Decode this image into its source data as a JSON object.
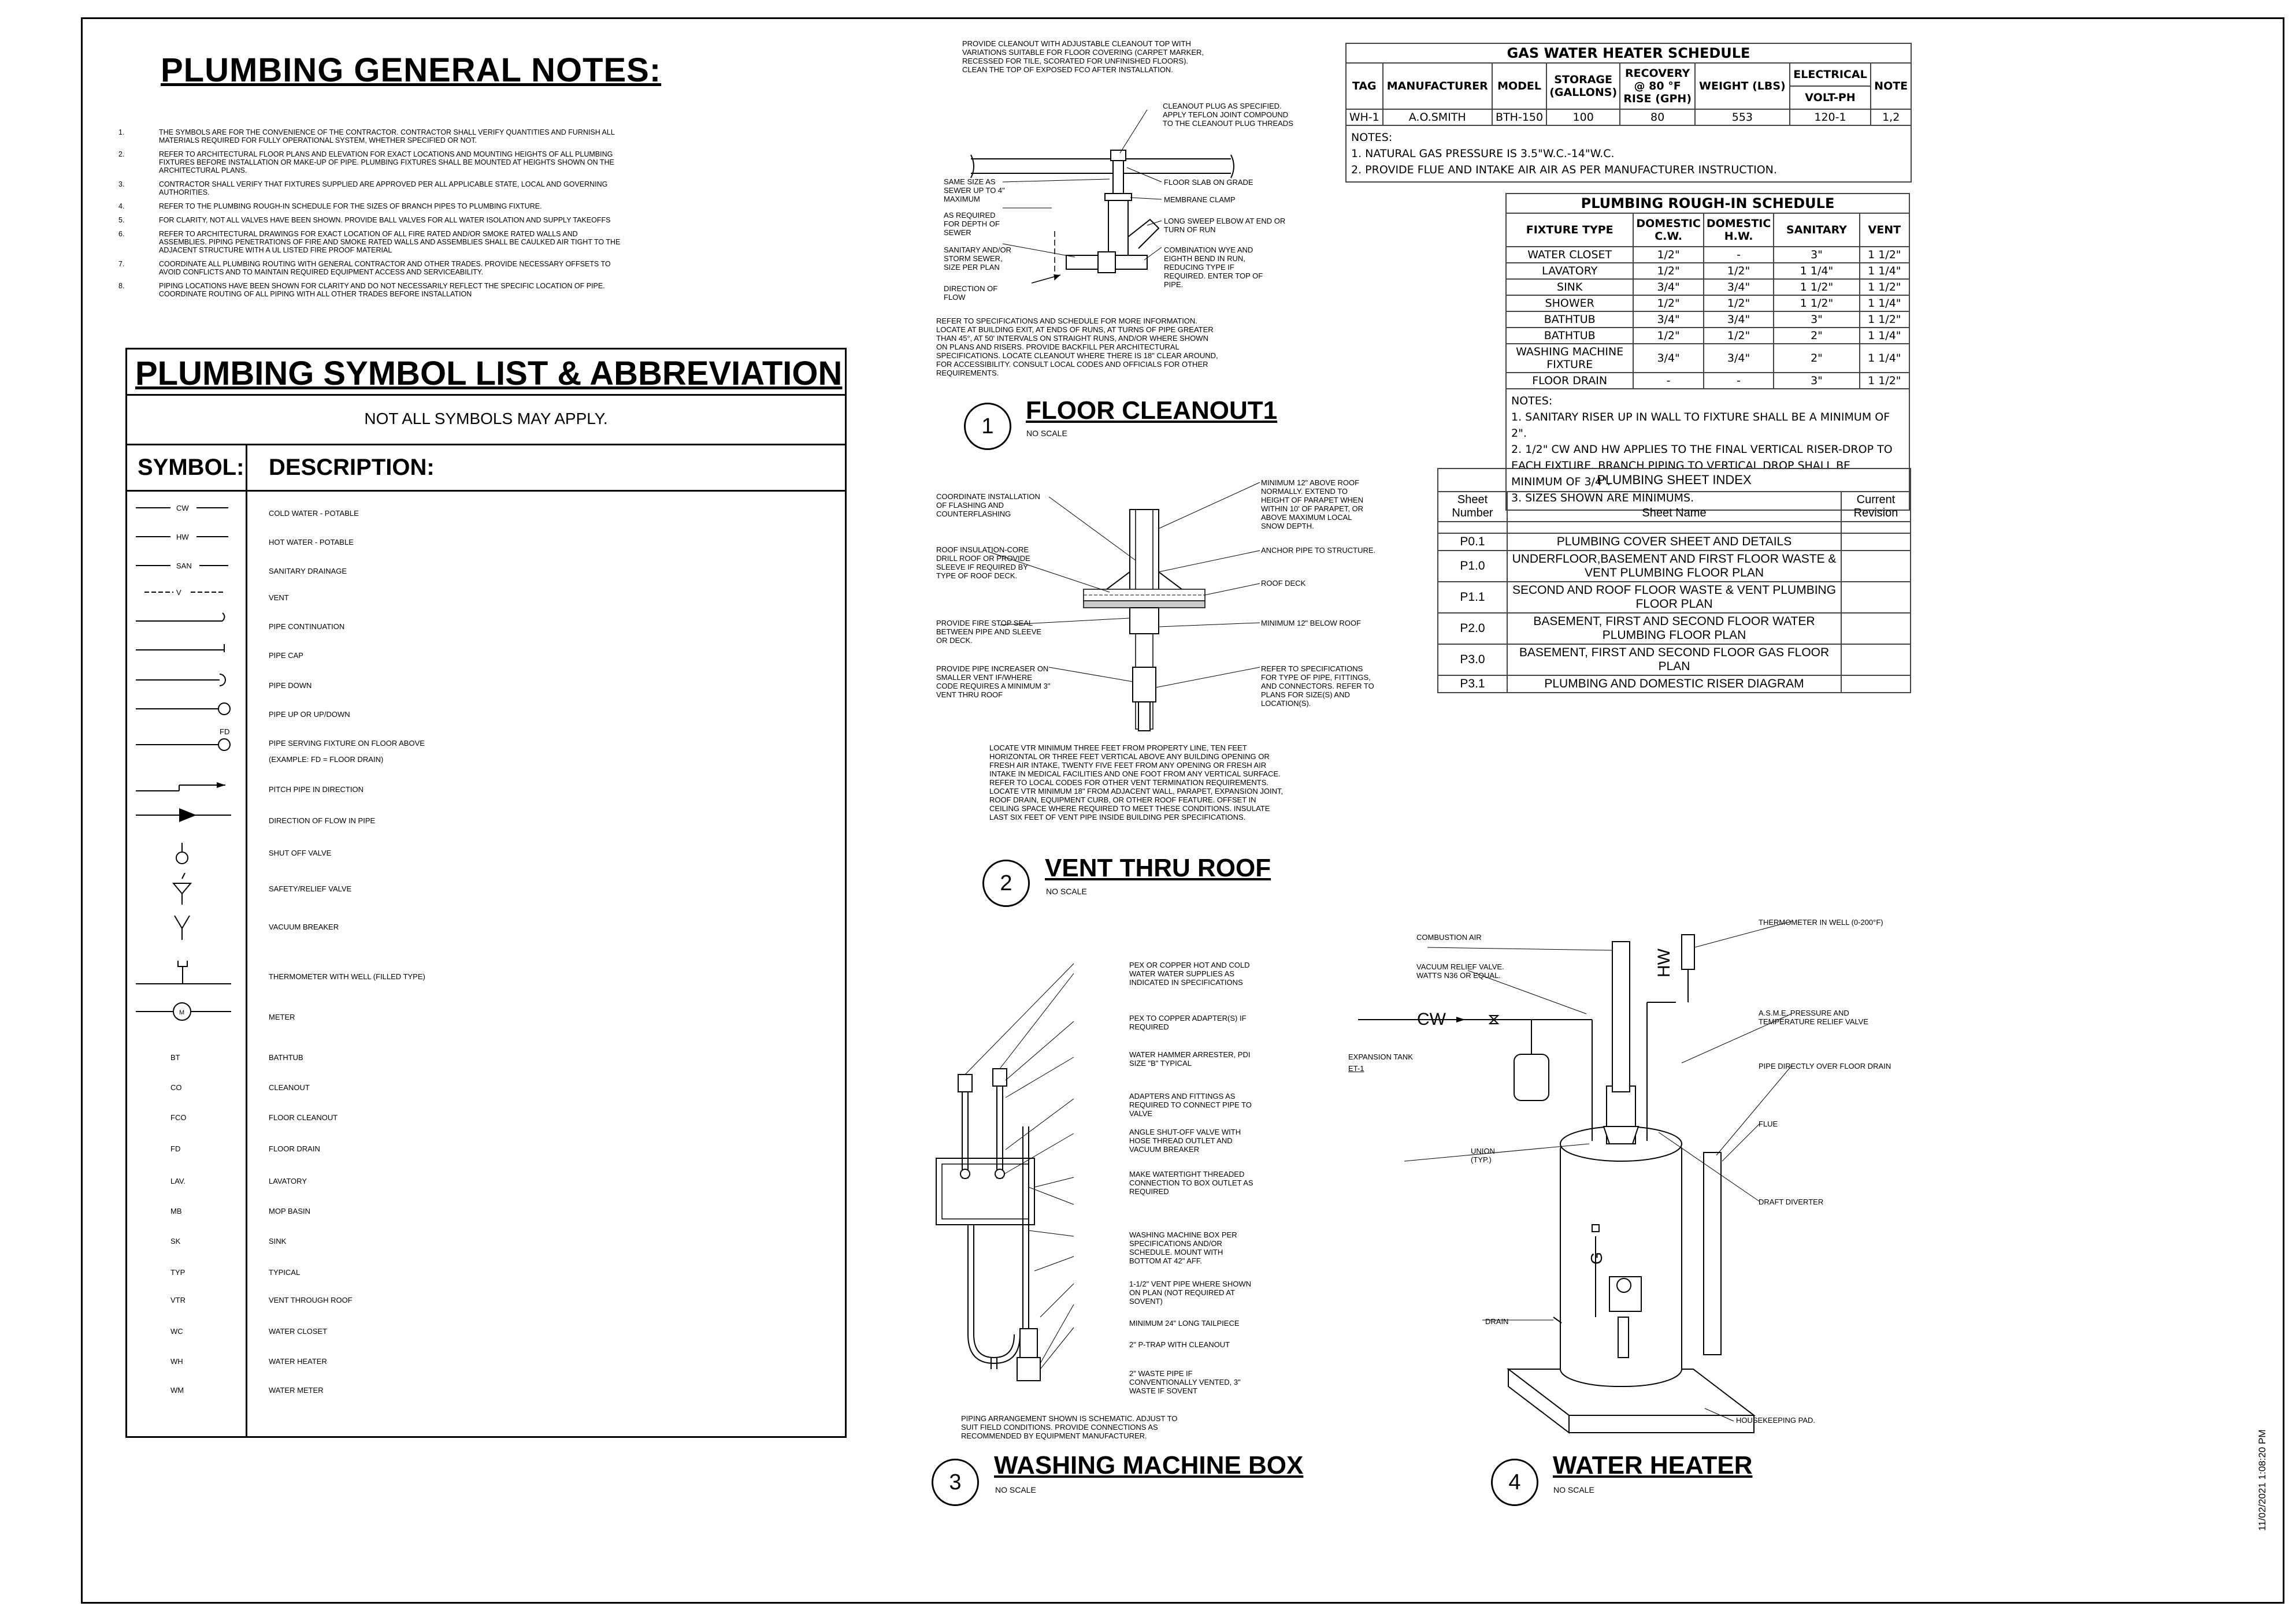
{
  "general_notes": {
    "title": "PLUMBING GENERAL NOTES:",
    "items": [
      {
        "num": "1.",
        "text": "THE SYMBOLS ARE FOR THE CONVENIENCE OF THE CONTRACTOR. CONTRACTOR SHALL VERIFY QUANTITIES AND FURNISH ALL MATERIALS REQUIRED FOR FULLY OPERATIONAL SYSTEM, WHETHER SPECIFIED OR NOT."
      },
      {
        "num": "2.",
        "text": "REFER TO ARCHITECTURAL FLOOR PLANS AND ELEVATION FOR EXACT LOCATIONS AND MOUNTING HEIGHTS OF ALL PLUMBING FIXTURES BEFORE INSTALLATION OR MAKE-UP OF PIPE. PLUMBING FIXTURES SHALL BE MOUNTED AT HEIGHTS SHOWN ON THE ARCHITECTURAL PLANS."
      },
      {
        "num": "3.",
        "text": "CONTRACTOR SHALL VERIFY THAT FIXTURES SUPPLIED ARE APPROVED PER ALL APPLICABLE STATE, LOCAL AND GOVERNING AUTHORITIES."
      },
      {
        "num": "4.",
        "text": "REFER TO THE PLUMBING ROUGH-IN SCHEDULE FOR THE SIZES OF BRANCH PIPES TO PLUMBING FIXTURE."
      },
      {
        "num": "5.",
        "text": "FOR CLARITY, NOT ALL VALVES HAVE BEEN SHOWN. PROVIDE BALL VALVES FOR ALL WATER ISOLATION AND SUPPLY TAKEOFFS"
      },
      {
        "num": "6.",
        "text": "REFER TO ARCHITECTURAL DRAWINGS FOR EXACT LOCATION OF ALL FIRE RATED AND/OR SMOKE RATED WALLS AND ASSEMBLIES. PIPING PENETRATIONS OF FIRE AND SMOKE RATED WALLS AND ASSEMBLIES SHALL BE CAULKED AIR TIGHT TO THE ADJACENT STRUCTURE WITH A UL LISTED FIRE PROOF MATERIAL"
      },
      {
        "num": "7.",
        "text": "COORDINATE ALL PLUMBING ROUTING WITH GENERAL CONTRACTOR AND OTHER TRADES. PROVIDE NECESSARY OFFSETS TO AVOID CONFLICTS AND TO MAINTAIN REQUIRED EQUIPMENT ACCESS AND SERVICEABILITY."
      },
      {
        "num": "8.",
        "text": "PIPING LOCATIONS HAVE BEEN SHOWN FOR CLARITY AND DO NOT NECESSARILY REFLECT THE SPECIFIC LOCATION OF PIPE. COORDINATE ROUTING OF ALL PIPING WITH ALL OTHER TRADES BEFORE INSTALLATION"
      }
    ]
  },
  "symbols": {
    "title": "PLUMBING SYMBOL LIST & ABBREVIATION",
    "subtitle": "NOT ALL SYMBOLS MAY APPLY.",
    "col_symbol": "SYMBOL:",
    "col_description": "DESCRIPTION:",
    "rows": [
      {
        "sym": "CW",
        "desc": "COLD WATER - POTABLE"
      },
      {
        "sym": "HW",
        "desc": "HOT WATER - POTABLE"
      },
      {
        "sym": "SAN",
        "desc": "SANITARY DRAINAGE"
      },
      {
        "sym": "V",
        "desc": "VENT"
      },
      {
        "sym": "",
        "desc": "PIPE CONTINUATION"
      },
      {
        "sym": "",
        "desc": "PIPE CAP"
      },
      {
        "sym": "",
        "desc": "PIPE DOWN"
      },
      {
        "sym": "",
        "desc": "PIPE UP OR UP/DOWN"
      },
      {
        "sym": "FD",
        "desc": "PIPE SERVING FIXTURE ON FLOOR ABOVE"
      },
      {
        "sym": "",
        "desc": "(EXAMPLE: FD = FLOOR DRAIN)"
      },
      {
        "sym": "",
        "desc": "PITCH PIPE IN DIRECTION"
      },
      {
        "sym": "",
        "desc": "DIRECTION OF FLOW IN PIPE"
      },
      {
        "sym": "",
        "desc": "SHUT OFF VALVE"
      },
      {
        "sym": "",
        "desc": "SAFETY/RELIEF VALVE"
      },
      {
        "sym": "",
        "desc": "VACUUM BREAKER"
      },
      {
        "sym": "",
        "desc": "THERMOMETER WITH WELL (FILLED TYPE)"
      },
      {
        "sym": "M",
        "desc": "METER"
      }
    ],
    "abbreviations": [
      {
        "abbr": "BT",
        "desc": "BATHTUB"
      },
      {
        "abbr": "CO",
        "desc": "CLEANOUT"
      },
      {
        "abbr": "FCO",
        "desc": "FLOOR CLEANOUT"
      },
      {
        "abbr": "FD",
        "desc": "FLOOR DRAIN"
      },
      {
        "abbr": "LAV.",
        "desc": "LAVATORY"
      },
      {
        "abbr": "MB",
        "desc": "MOP BASIN"
      },
      {
        "abbr": "SK",
        "desc": "SINK"
      },
      {
        "abbr": "TYP",
        "desc": "TYPICAL"
      },
      {
        "abbr": "VTR",
        "desc": "VENT THROUGH ROOF"
      },
      {
        "abbr": "WC",
        "desc": "WATER CLOSET"
      },
      {
        "abbr": "WH",
        "desc": "WATER HEATER"
      },
      {
        "abbr": "WM",
        "desc": "WATER METER"
      }
    ]
  },
  "heater_schedule": {
    "title": "GAS WATER HEATER SCHEDULE",
    "headers": {
      "tag": "TAG",
      "manufacturer": "MANUFACTURER",
      "model": "MODEL",
      "storage": "STORAGE (GALLONS)",
      "recovery": "RECOVERY @ 80 °F RISE (GPH)",
      "weight": "WEIGHT (LBS)",
      "electrical": "ELECTRICAL",
      "voltph": "VOLT-PH",
      "note": "NOTE"
    },
    "row": {
      "tag": "WH-1",
      "manufacturer": "A.O.SMITH",
      "model": "BTH-150",
      "storage": "100",
      "recovery": "80",
      "weight": "553",
      "electrical": "120-1",
      "note": "1,2"
    },
    "notes_label": "NOTES:",
    "notes": [
      "1. NATURAL GAS PRESSURE IS 3.5\"W.C.-14\"W.C.",
      "2. PROVIDE FLUE AND INTAKE AIR AIR AS PER MANUFACTURER INSTRUCTION."
    ]
  },
  "roughin_schedule": {
    "title": "PLUMBING ROUGH-IN SCHEDULE",
    "headers": {
      "fixture": "FIXTURE TYPE",
      "cw": "DOMESTIC C.W.",
      "hw": "DOMESTIC H.W.",
      "san": "SANITARY",
      "vent": "VENT"
    },
    "rows": [
      {
        "fixture": "WATER CLOSET",
        "cw": "1/2\"",
        "hw": "-",
        "san": "3\"",
        "vent": "1 1/2\""
      },
      {
        "fixture": "LAVATORY",
        "cw": "1/2\"",
        "hw": "1/2\"",
        "san": "1 1/4\"",
        "vent": "1 1/4\""
      },
      {
        "fixture": "SINK",
        "cw": "3/4\"",
        "hw": "3/4\"",
        "san": "1 1/2\"",
        "vent": "1 1/2\""
      },
      {
        "fixture": "SHOWER",
        "cw": "1/2\"",
        "hw": "1/2\"",
        "san": "1 1/2\"",
        "vent": "1 1/4\""
      },
      {
        "fixture": "BATHTUB",
        "cw": "3/4\"",
        "hw": "3/4\"",
        "san": "3\"",
        "vent": "1 1/2\""
      },
      {
        "fixture": "BATHTUB",
        "cw": "1/2\"",
        "hw": "1/2\"",
        "san": "2\"",
        "vent": "1 1/4\""
      },
      {
        "fixture": "WASHING MACHINE FIXTURE",
        "cw": "3/4\"",
        "hw": "3/4\"",
        "san": "2\"",
        "vent": "1 1/4\""
      },
      {
        "fixture": "FLOOR DRAIN",
        "cw": "-",
        "hw": "-",
        "san": "3\"",
        "vent": "1 1/2\""
      }
    ],
    "notes_label": "NOTES:",
    "notes": [
      "1. SANITARY RISER UP IN WALL TO FIXTURE SHALL BE A MINIMUM OF 2\".",
      "2. 1/2\" CW AND HW APPLIES TO THE FINAL VERTICAL RISER-DROP TO EACH FIXTURE. BRANCH PIPING TO VERTICAL DROP SHALL BE MINIMUM OF 3/4\".",
      "3. SIZES SHOWN ARE MINIMUMS."
    ]
  },
  "sheet_index": {
    "title": "PLUMBING SHEET INDEX",
    "headers": {
      "number": "Sheet Number",
      "name": "Sheet Name",
      "revision": "Current Revision"
    },
    "rows": [
      {
        "number": "P0.1",
        "name": "PLUMBING COVER SHEET AND DETAILS"
      },
      {
        "number": "P1.0",
        "name": "UNDERFLOOR,BASEMENT AND FIRST FLOOR WASTE & VENT PLUMBING FLOOR PLAN"
      },
      {
        "number": "P1.1",
        "name": "SECOND AND ROOF FLOOR WASTE & VENT PLUMBING FLOOR PLAN"
      },
      {
        "number": "P2.0",
        "name": "BASEMENT, FIRST AND SECOND FLOOR WATER PLUMBING FLOOR PLAN"
      },
      {
        "number": "P3.0",
        "name": "BASEMENT, FIRST AND SECOND FLOOR GAS FLOOR PLAN"
      },
      {
        "number": "P3.1",
        "name": "PLUMBING AND DOMESTIC RISER DIAGRAM"
      }
    ]
  },
  "details": {
    "d1": {
      "num": "1",
      "title": "FLOOR CLEANOUT1",
      "scale": "NO SCALE",
      "top_note": "PROVIDE CLEANOUT WITH ADJUSTABLE CLEANOUT TOP WITH VARIATIONS SUITABLE FOR FLOOR COVERING (CARPET MARKER, RECESSED FOR TILE, SCORATED FOR UNFINISHED FLOORS). CLEAN THE TOP OF EXPOSED FCO AFTER INSTALLATION.",
      "labels_right": [
        "CLEANOUT PLUG AS SPECIFIED. APPLY TEFLON JOINT COMPOUND TO THE CLEANOUT PLUG THREADS",
        "FLOOR SLAB ON GRADE",
        "MEMBRANE CLAMP",
        "LONG SWEEP ELBOW AT END OR TURN OF RUN",
        "COMBINATION WYE AND EIGHTH BEND IN RUN, REDUCING TYPE IF REQUIRED. ENTER TOP OF PIPE."
      ],
      "labels_left": [
        "SAME SIZE AS SEWER UP TO 4\" MAXIMUM",
        "AS REQUIRED FOR DEPTH OF SEWER",
        "SANITARY AND/OR STORM SEWER, SIZE PER PLAN",
        "DIRECTION OF FLOW"
      ],
      "bottom_note": "REFER TO SPECIFICATIONS AND SCHEDULE FOR MORE INFORMATION. LOCATE AT BUILDING EXIT, AT ENDS OF RUNS, AT TURNS OF PIPE GREATER THAN 45°, AT 50' INTERVALS ON STRAIGHT RUNS, AND/OR WHERE SHOWN ON PLANS AND RISERS. PROVIDE BACKFILL PER ARCHITECTURAL SPECIFICATIONS. LOCATE CLEANOUT WHERE THERE IS 18\" CLEAR AROUND, FOR ACCESSIBILITY. CONSULT LOCAL CODES AND OFFICIALS FOR OTHER REQUIREMENTS."
    },
    "d2": {
      "num": "2",
      "title": "VENT THRU ROOF",
      "scale": "NO SCALE",
      "labels_left": [
        "COORDINATE INSTALLATION OF FLASHING AND COUNTERFLASHING",
        "ROOF INSULATION-CORE DRILL ROOF OR PROVIDE SLEEVE IF REQUIRED BY TYPE OF ROOF DECK.",
        "PROVIDE FIRE STOP SEAL BETWEEN PIPE AND SLEEVE OR DECK.",
        "PROVIDE PIPE INCREASER ON SMALLER VENT IF/WHERE CODE REQUIRES A MINIMUM 3\" VENT THRU ROOF"
      ],
      "labels_right": [
        "MINIMUM 12\" ABOVE ROOF NORMALLY. EXTEND TO HEIGHT OF PARAPET WHEN WITHIN 10' OF PARAPET, OR ABOVE MAXIMUM LOCAL SNOW DEPTH.",
        "ANCHOR PIPE TO STRUCTURE.",
        "ROOF DECK",
        "MINIMUM 12\" BELOW ROOF",
        "REFER TO SPECIFICATIONS FOR TYPE OF PIPE, FITTINGS, AND CONNECTORS. REFER TO PLANS FOR SIZE(S) AND LOCATION(S)."
      ],
      "bottom_note": "LOCATE VTR MINIMUM THREE FEET FROM PROPERTY LINE, TEN FEET HORIZONTAL OR THREE FEET VERTICAL ABOVE ANY BUILDING OPENING OR FRESH AIR INTAKE, TWENTY FIVE FEET FROM ANY OPENING OR FRESH AIR INTAKE IN MEDICAL FACILITIES AND ONE FOOT FROM ANY VERTICAL SURFACE. REFER TO LOCAL CODES FOR OTHER VENT TERMINATION REQUIREMENTS. LOCATE VTR MINIMUM 18\" FROM ADJACENT WALL, PARAPET, EXPANSION JOINT, ROOF DRAIN, EQUIPMENT CURB, OR OTHER ROOF FEATURE. OFFSET IN CEILING SPACE WHERE REQUIRED TO MEET THESE CONDITIONS. INSULATE LAST SIX FEET OF VENT PIPE INSIDE BUILDING PER SPECIFICATIONS."
    },
    "d3": {
      "num": "3",
      "title": "WASHING MACHINE BOX",
      "scale": "NO SCALE",
      "labels": [
        "PEX OR COPPER HOT AND COLD WATER WATER SUPPLIES AS INDICATED IN SPECIFICATIONS",
        "PEX TO COPPER ADAPTER(S) IF REQUIRED",
        "WATER HAMMER ARRESTER, PDI SIZE \"B\" TYPICAL",
        "ADAPTERS AND FITTINGS AS REQUIRED TO CONNECT PIPE TO VALVE",
        "ANGLE SHUT-OFF VALVE WITH HOSE THREAD OUTLET AND VACUUM BREAKER",
        "MAKE WATERTIGHT THREADED CONNECTION TO BOX OUTLET AS REQUIRED",
        "WASHING MACHINE BOX PER SPECIFICATIONS AND/OR SCHEDULE. MOUNT WITH BOTTOM AT 42\" AFF.",
        "1-1/2\" VENT PIPE WHERE SHOWN ON PLAN (NOT REQUIRED AT SOVENT)",
        "MINIMUM 24\" LONG TAILPIECE",
        "2\" P-TRAP WITH CLEANOUT",
        "2\" WASTE PIPE IF CONVENTIONALLY VENTED, 3\" WASTE IF SOVENT"
      ],
      "bottom_note": "PIPING ARRANGEMENT SHOWN IS SCHEMATIC. ADJUST TO SUIT FIELD CONDITIONS. PROVIDE CONNECTIONS AS RECOMMENDED BY EQUIPMENT MANUFACTURER."
    },
    "d4": {
      "num": "4",
      "title": "WATER HEATER",
      "scale": "NO SCALE",
      "labels": {
        "combustion": "COMBUSTION AIR",
        "vacuum": "VACUUM RELIEF VALVE. WATTS N36 OR EQUAL.",
        "cw": "CW",
        "hw": "HW",
        "thermo": "THERMOMETER IN WELL (0-200°F)",
        "asme": "A.S.M.E. PRESSURE AND TEMPERATURE RELIEF VALVE",
        "pipedirect": "PIPE DIRECTLY OVER FLOOR DRAIN",
        "exptank": "EXPANSION TANK",
        "et": "ET-1",
        "flue": "FLUE",
        "union": "UNION (TYP.)",
        "draft": "DRAFT DIVERTER",
        "g": "G",
        "drain": "DRAIN",
        "pad": "HOUSEKEEPING PAD."
      }
    }
  },
  "datestamp": "11/02/2021 1:08:20 PM"
}
